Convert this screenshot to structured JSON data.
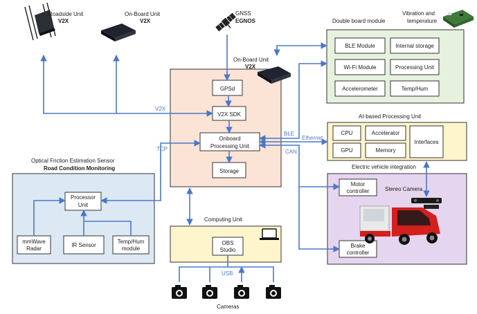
{
  "top": {
    "roadside": {
      "title": "Roadside Unit",
      "sub": "V2X"
    },
    "onboard_top": {
      "title": "On-Board Unit",
      "sub": "V2X"
    },
    "gnss": {
      "title": "GNSS",
      "sub": "EGNOS"
    }
  },
  "central": {
    "obu_title": "On-Board Unit",
    "obu_sub": "V2X",
    "gpsd": "GPSd",
    "v2x_sdk": "V2X SDK",
    "processing_l1": "Onboard",
    "processing_l2": "Processing Unit",
    "storage": "Storage"
  },
  "links": {
    "v2x": "V2X",
    "tcp": "TCP",
    "ble": "BLE",
    "ethernet": "Ethernet",
    "can": "CAN",
    "usb": "USB"
  },
  "double_board": {
    "title": "Double board module",
    "vib_l1": "Vibration and",
    "vib_l2": "temperature",
    "cells": [
      "BLE Module",
      "Internal storage",
      "Wi-Fi Module",
      "Processing Unit",
      "Accelerometer",
      "Temp/Hum"
    ]
  },
  "ai": {
    "title": "AI-based Processing Unit",
    "cpu": "CPU",
    "accelerator": "Accelerator",
    "gpu": "GPU",
    "memory": "Memory",
    "interfaces": "Interfaces"
  },
  "ev": {
    "title": "Electric vehicle integration",
    "motor_l1": "Motor",
    "motor_l2": "controller",
    "stereo": "Stereo Camera",
    "brake_l1": "Brake",
    "brake_l2": "controller"
  },
  "optical": {
    "title": "Optical Friction Estimation Sensor",
    "subtitle": "Road Condition Monitoring",
    "processor_l1": "Processor",
    "processor_l2": "Unit",
    "radar_l1": "mmWave",
    "radar_l2": "Radar",
    "ir": "IR Sensor",
    "temp_l1": "Temp/Hum",
    "temp_l2": "module"
  },
  "computing": {
    "title": "Computing Unit",
    "obs_l1": "OBS",
    "obs_l2": "Studio"
  },
  "cameras_label": "Cameras",
  "colors": {
    "arrow": "#4a78c8",
    "central_fill": "#fbe3d6",
    "double_fill": "#e6f1de",
    "ai_fill": "#fff5cc",
    "ev_fill": "#e6d5ef",
    "optical_fill": "#dde8f5",
    "computing_fill": "#fff5cc"
  }
}
